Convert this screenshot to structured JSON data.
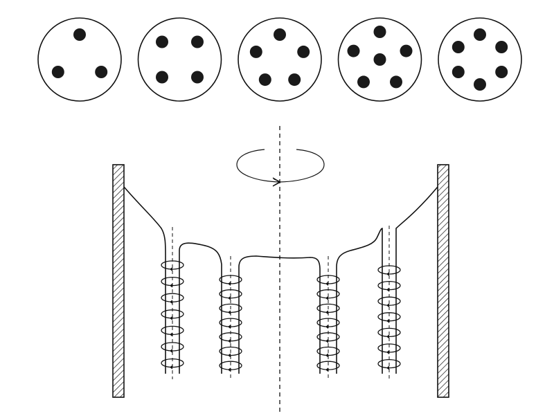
{
  "figure": {
    "vortex_arrangements": [
      3,
      4,
      5,
      6,
      6
    ],
    "vortex_center_dot": [
      false,
      false,
      false,
      true,
      false
    ],
    "rotation": "counterclockwise",
    "colors": {
      "ink": "#111111",
      "dot": "#1a1a1a",
      "background": "#ffffff"
    },
    "icons": {
      "rotation_arrow": "rotation-arrow-icon",
      "wall_hatching": "hatched-wall"
    }
  }
}
